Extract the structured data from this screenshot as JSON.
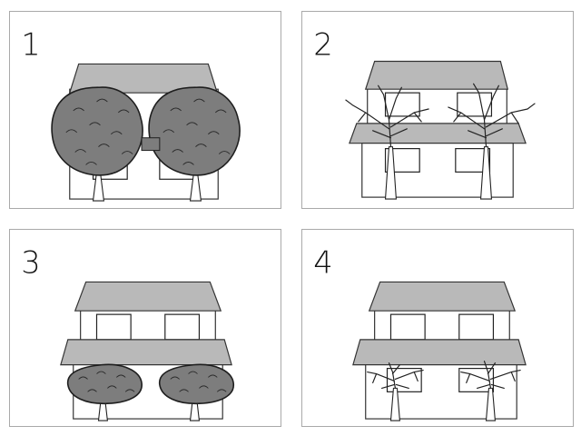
{
  "panels": [
    {
      "label": "1"
    },
    {
      "label": "2"
    },
    {
      "label": "3"
    },
    {
      "label": "4"
    }
  ],
  "colors": {
    "roof": "#b9b9b9",
    "canopy": "#7d7d7d",
    "line": "#222222",
    "border": "#a9a9a9"
  }
}
